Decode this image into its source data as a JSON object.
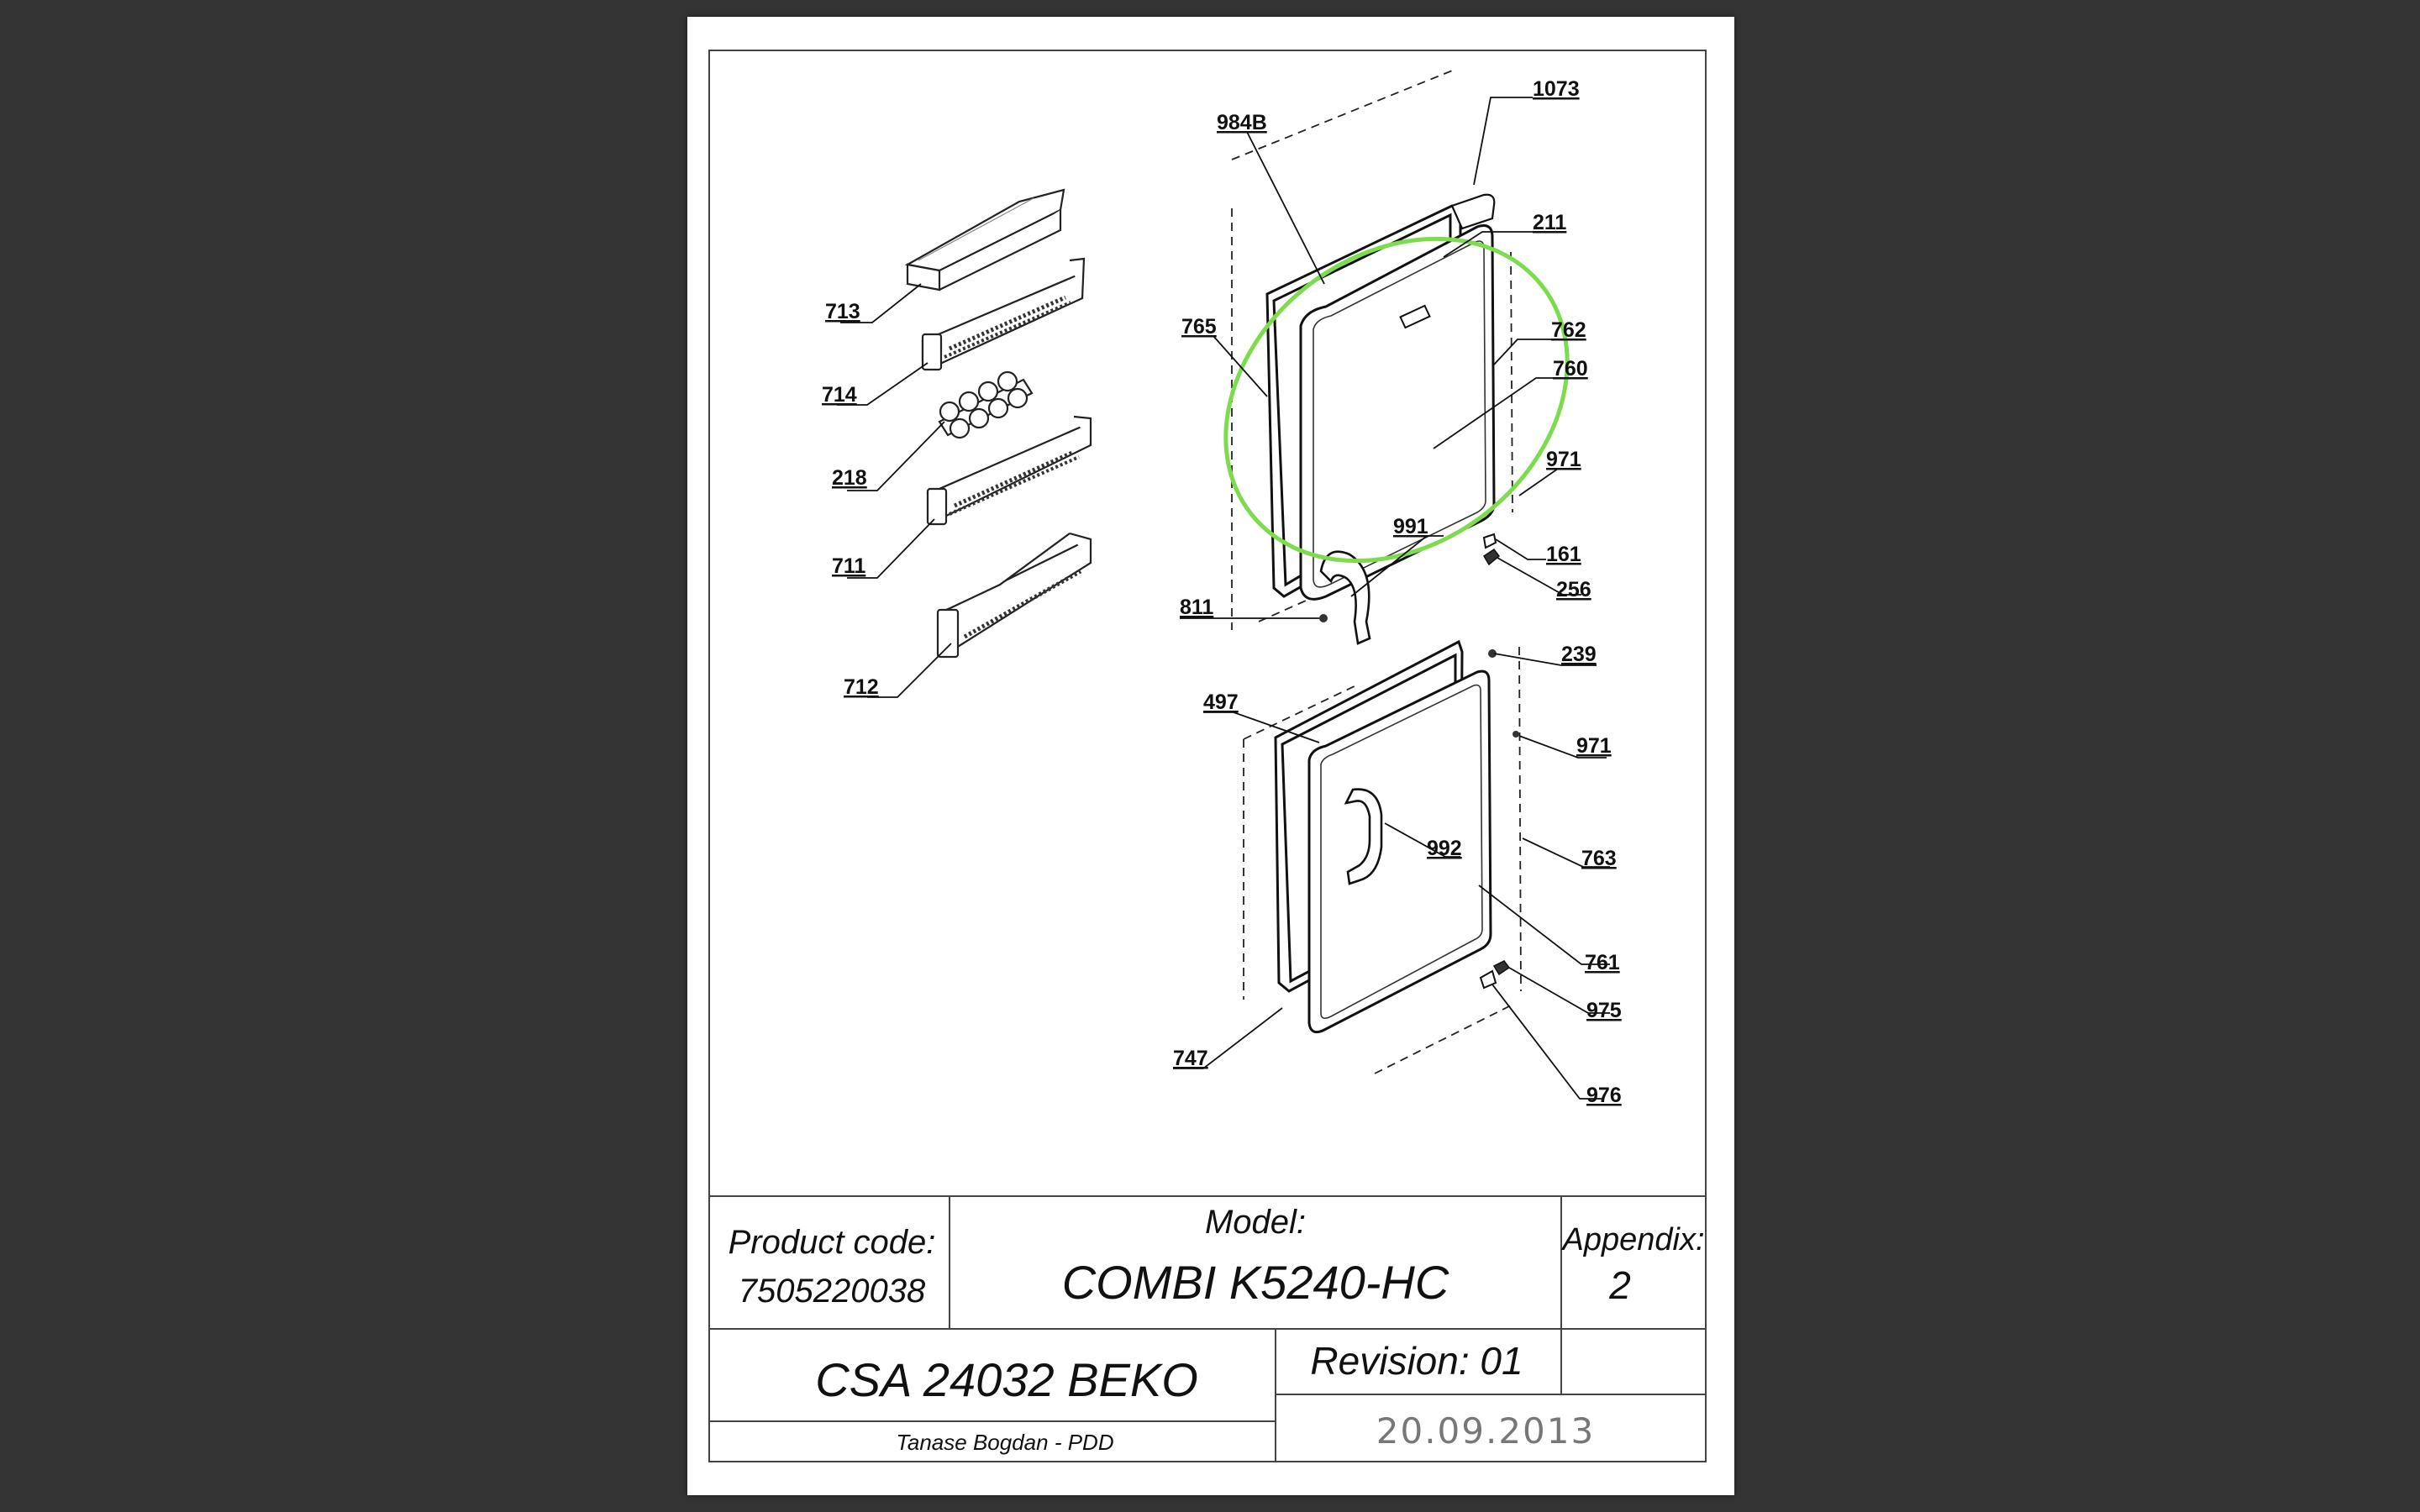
{
  "viewer": {
    "background": "#333333",
    "page_color": "#ffffff",
    "highlight_color": "#7ddc4e"
  },
  "callouts": {
    "c1073": "1073",
    "c984b": "984B",
    "c211": "211",
    "c765": "765",
    "c762": "762",
    "c760": "760",
    "c971a": "971",
    "c991": "991",
    "c161": "161",
    "c256": "256",
    "c811": "811",
    "c239": "239",
    "c497": "497",
    "c971b": "971",
    "c992": "992",
    "c763": "763",
    "c761": "761",
    "c975": "975",
    "c747": "747",
    "c976": "976",
    "c713": "713",
    "c714": "714",
    "c218": "218",
    "c711": "711",
    "c712": "712"
  },
  "title_block": {
    "product_code_label": "Product code:",
    "product_code": "7505220038",
    "model_label": "Model:",
    "model": "COMBI K5240-HC",
    "appendix_label": "Appendix:",
    "appendix": "2",
    "name": "CSA 24032 BEKO",
    "revision": "Revision: 01",
    "author": "Tanase Bogdan - PDD",
    "date": "20.09.2013"
  }
}
